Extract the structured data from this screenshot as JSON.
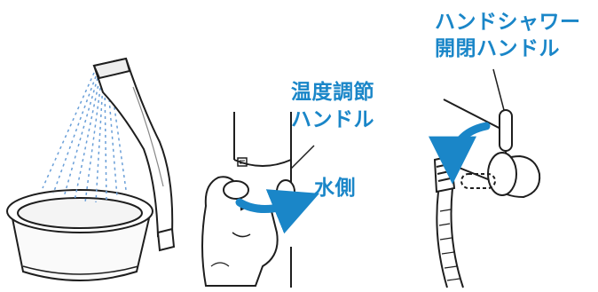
{
  "labels": {
    "handshower_valve_line1": "ハンドシャワー",
    "handshower_valve_line2": "開閉ハンドル",
    "temperature_handle_line1": "温度調節",
    "temperature_handle_line2": "ハンドル",
    "water_side": "水側"
  },
  "colors": {
    "label_blue": "#1a86c8",
    "arrow_blue": "#1a86c8",
    "spray_blue": "#6a9fd8",
    "outline": "#1e1e1e"
  }
}
